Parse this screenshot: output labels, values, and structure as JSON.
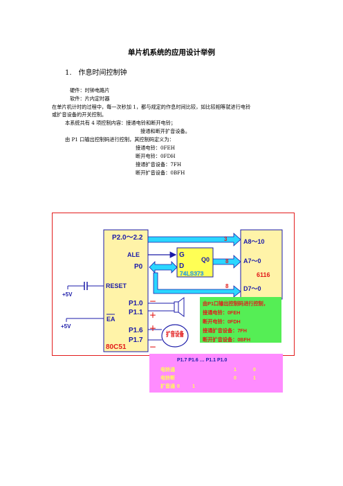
{
  "doc": {
    "title": "单片机系统的应用设计举例",
    "section_number": "1.",
    "section_title": "作息时间控制钟",
    "hardware": "硬件：时钟电路片",
    "software": "软件：片内定时器",
    "para1_line1": "在单片机计时的过程中，每一次秒加 1，都与规定的作息时间比较，如比较相等就进行电铃",
    "para1_line2": "或扩音设备的开关控制。",
    "para2_line1": "本系统共有 4 项控制内容：接通电铃和断开电铃；",
    "para2_line2": "接通和断开扩音设备。",
    "para3": "由 P1 口输出控制码进行控制，其控制码定义为：",
    "codes": [
      "接通电铃：0FEH",
      "断开电铃：0FDH",
      "接通扩音设备：7FH",
      "断开扩音设备：0BFH"
    ]
  },
  "diagram": {
    "mcu_ports_top": "P2.0～2.2",
    "ale": "ALE",
    "p0": "P0",
    "reset": "RESET",
    "p10": "P1.0",
    "p11": "P1.1",
    "ea": "EA",
    "p16": "P1.6",
    "p17": "P1.7",
    "mcu_name": "80C51",
    "latch_g": "G",
    "latch_d": "D",
    "latch_q": "Q0",
    "latch_name": "74LS373",
    "ram_a810": "A8～10",
    "ram_a70": "A7～0",
    "ram_d70": "D7～0",
    "ram_name": "6116",
    "bus3": "3",
    "bus8a": "8",
    "bus8b": "8",
    "vcc1": "+5V",
    "vcc2": "+5V",
    "minus1": "－",
    "plus1": "＋",
    "plus2": "＋",
    "minus2": "－",
    "speaker_label": "扩音设备",
    "green_box": [
      "由P1口输出控制码进行控制，",
      "接通电铃：0FEH",
      "断开电铃：0FDH",
      "接通扩音设备：7FH",
      "断开扩音设备：0BFH"
    ],
    "table_header": "P1.7    P1.6 … P1.1   P1.0",
    "table_rows": [
      {
        "label": "电铃通",
        "v1": "",
        "v2": "1",
        "v3": "0"
      },
      {
        "label": "电铃断",
        "v1": "",
        "v2": "0",
        "v3": "1"
      },
      {
        "label": "扩音通",
        "v1": "0",
        "v2": "1",
        "v3": ""
      }
    ],
    "colors": {
      "blue": "#1a1aa8",
      "red": "#e21a1a",
      "cyan": "#2bd6ff",
      "yellow": "#ffff55",
      "green": "#55ee55",
      "pink": "#ff8cff",
      "box_bg": "#fff3a8"
    }
  }
}
